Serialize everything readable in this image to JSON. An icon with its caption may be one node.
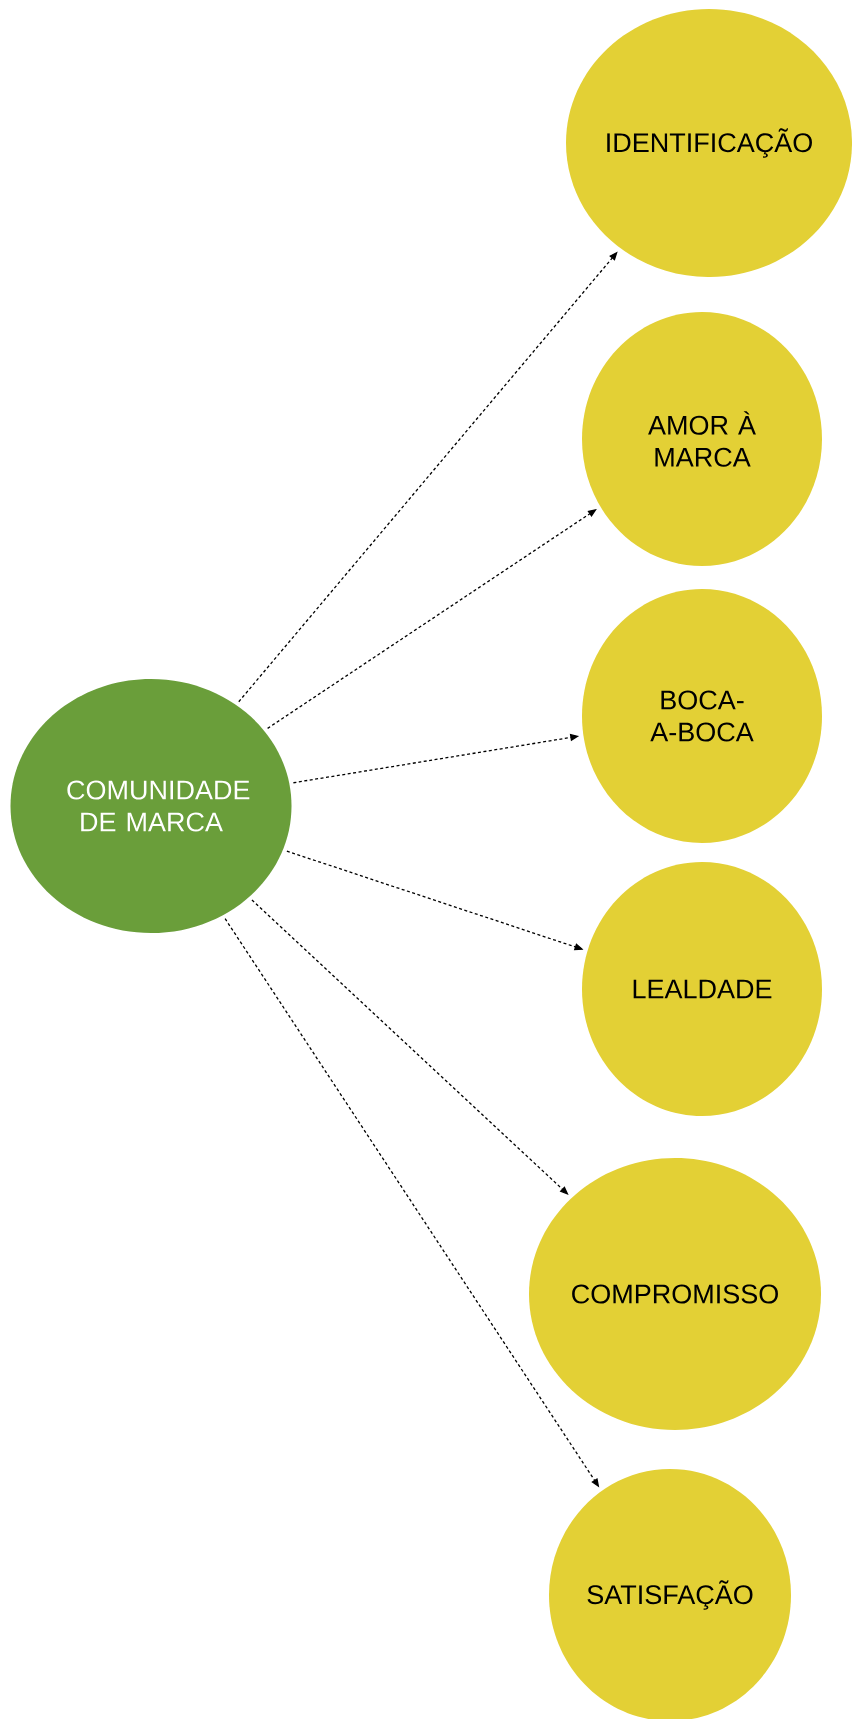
{
  "diagram": {
    "nodes": [
      {
        "text": [
          "COMUNIDADE DE MARCA"
        ]
      },
      {
        "text": [
          "IDENTIFICAÇÃO"
        ]
      },
      {
        "text": [
          "AMOR À MARCA"
        ]
      },
      {
        "text": [
          "BOCA-A-BOCA"
        ]
      },
      {
        "text": [
          "LEALDADE"
        ]
      },
      {
        "text": [
          "COMPROMISSO"
        ]
      },
      {
        "text": [
          "SATISFAÇÃO"
        ]
      }
    ],
    "edges": [
      {
        "from": 0,
        "to": 1,
        "arrow": "to",
        "style": "dashed"
      },
      {
        "from": 0,
        "to": 2,
        "arrow": "to",
        "style": "dashed"
      },
      {
        "from": 0,
        "to": 3,
        "arrow": "to",
        "style": "dashed"
      },
      {
        "from": 0,
        "to": 4,
        "arrow": "to",
        "style": "dashed"
      },
      {
        "from": 0,
        "to": 5,
        "arrow": "to",
        "style": "dashed"
      },
      {
        "from": 0,
        "to": 6,
        "arrow": "to",
        "style": "dashed"
      }
    ]
  }
}
